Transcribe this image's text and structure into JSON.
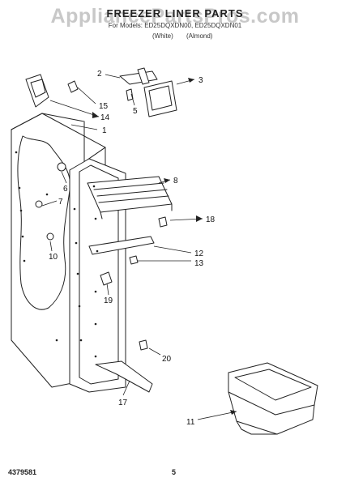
{
  "watermark": "AppliancePartsPros.com",
  "header": {
    "title": "FREEZER LINER PARTS",
    "models": "For Models: ED25DQXDN00, ED25DQXDN01",
    "finish_white": "(White)",
    "finish_almond": "(Almond)"
  },
  "callouts": [
    "1",
    "2",
    "3",
    "5",
    "6",
    "7",
    "8",
    "10",
    "11",
    "12",
    "13",
    "14",
    "15",
    "17",
    "18",
    "19",
    "20"
  ],
  "footer": {
    "doc_number": "4379581",
    "page_number": "5"
  }
}
